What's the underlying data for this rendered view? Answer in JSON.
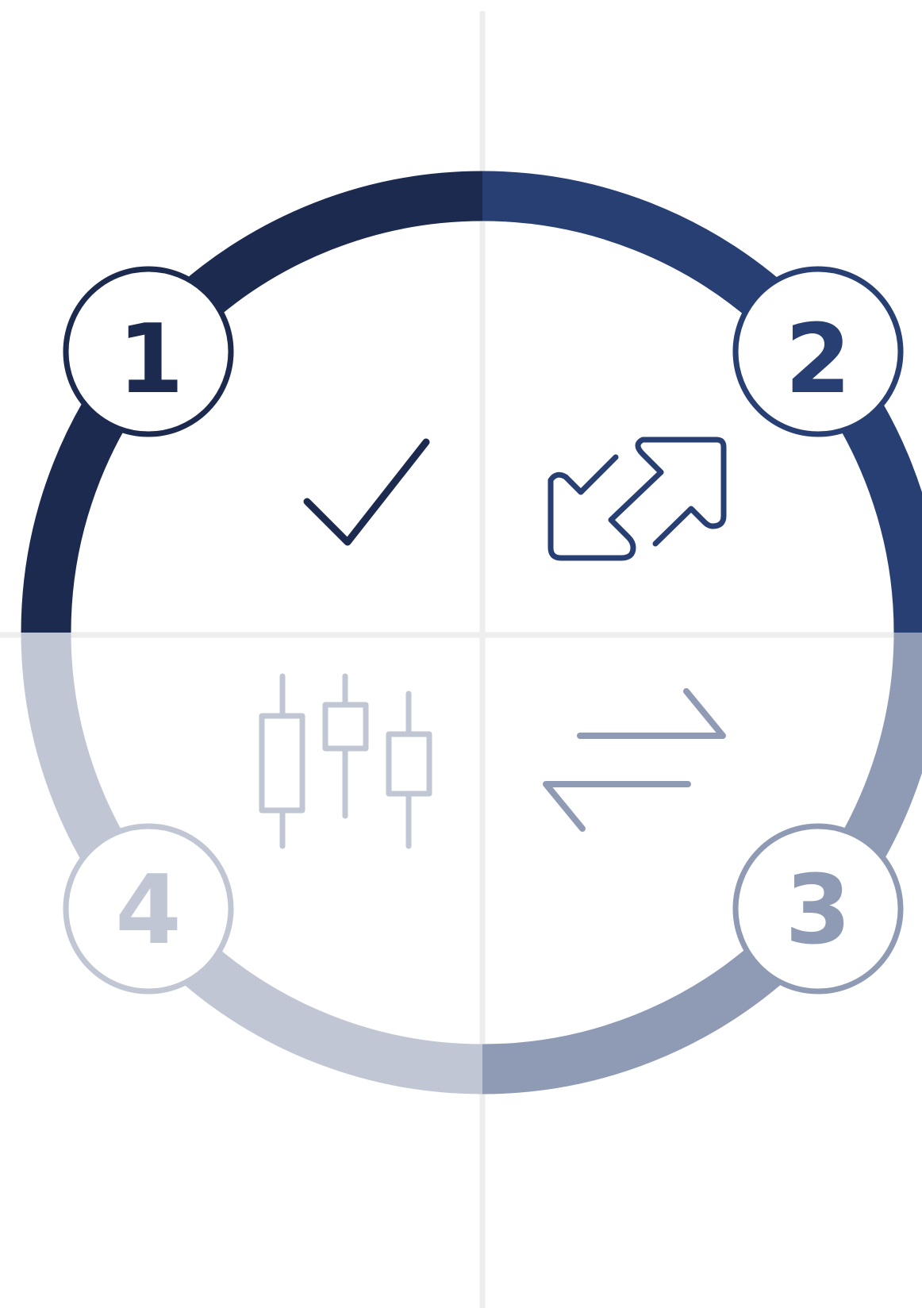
{
  "steps": [
    {
      "number": "1",
      "icon": "checkmark-icon",
      "color": "#1b2a4e"
    },
    {
      "number": "2",
      "icon": "expand-arrows-icon",
      "color": "#273f73"
    },
    {
      "number": "3",
      "icon": "exchange-arrows-icon",
      "color": "#8f9bb5"
    },
    {
      "number": "4",
      "icon": "candlestick-chart-icon",
      "color": "#c1c6d5"
    }
  ],
  "colors": {
    "background": "#ffffff",
    "guide_lines": "#eeeeee",
    "badge_fill": "#ffffff"
  }
}
